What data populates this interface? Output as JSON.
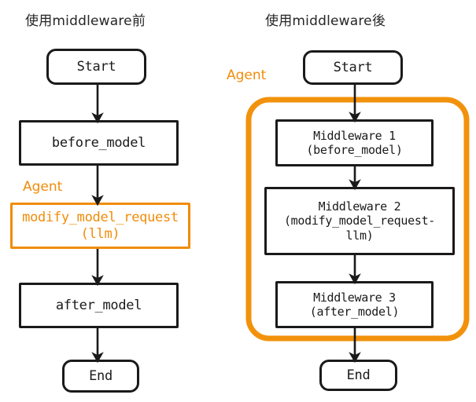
{
  "figure": {
    "type": "flowchart",
    "columns": [
      {
        "id": "before",
        "title": "使用middleware前",
        "agent_label": "Agent",
        "nodes": [
          {
            "id": "start",
            "shape": "terminator",
            "label": "Start",
            "color": "#1a1a1a"
          },
          {
            "id": "before_model",
            "shape": "process",
            "label": "before_model",
            "color": "#1a1a1a"
          },
          {
            "id": "modify",
            "shape": "process",
            "label": "modify_model_request\n(llm)",
            "color": "#F08C0A"
          },
          {
            "id": "after_model",
            "shape": "process",
            "label": "after_model",
            "color": "#1a1a1a"
          },
          {
            "id": "end",
            "shape": "terminator",
            "label": "End",
            "color": "#1a1a1a"
          }
        ],
        "edges": [
          [
            "start",
            "before_model"
          ],
          [
            "before_model",
            "modify"
          ],
          [
            "modify",
            "after_model"
          ],
          [
            "after_model",
            "end"
          ]
        ]
      },
      {
        "id": "after",
        "title": "使用middleware後",
        "agent_label": "Agent",
        "agent_group": {
          "members": [
            "mw1",
            "mw2",
            "mw3"
          ],
          "border_color": "#F2920C"
        },
        "nodes": [
          {
            "id": "start",
            "shape": "terminator",
            "label": "Start",
            "color": "#1a1a1a"
          },
          {
            "id": "mw1",
            "shape": "process",
            "label": "Middleware 1\n(before_model)",
            "color": "#1a1a1a"
          },
          {
            "id": "mw2",
            "shape": "process",
            "label": "Middleware 2\n(modify_model_request-\nllm)",
            "color": "#1a1a1a"
          },
          {
            "id": "mw3",
            "shape": "process",
            "label": "Middleware 3\n(after_model)",
            "color": "#1a1a1a"
          },
          {
            "id": "end",
            "shape": "terminator",
            "label": "End",
            "color": "#1a1a1a"
          }
        ],
        "edges": [
          [
            "start",
            "mw1"
          ],
          [
            "mw1",
            "mw2"
          ],
          [
            "mw2",
            "mw3"
          ],
          [
            "mw3",
            "end"
          ]
        ]
      }
    ],
    "colors": {
      "background": "#ffffff",
      "stroke": "#1a1a1a",
      "accent_orange": "#F08C0A",
      "group_orange": "#F2920C",
      "title_text": "#262626"
    }
  }
}
